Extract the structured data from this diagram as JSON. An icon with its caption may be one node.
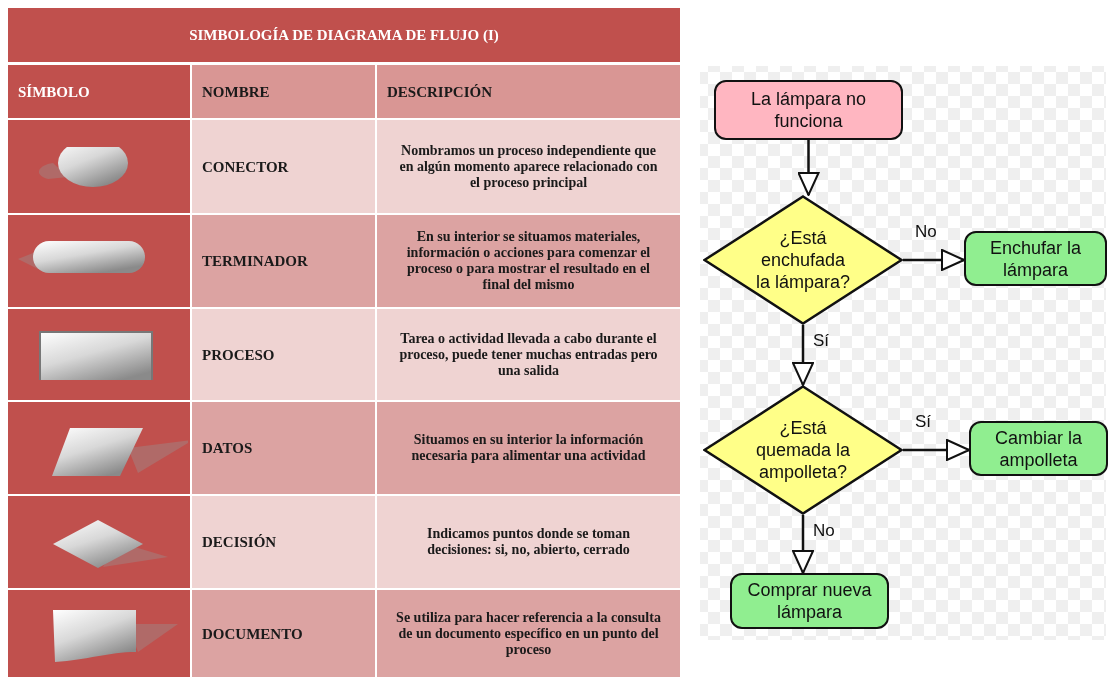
{
  "diagram": {
    "title": "SIMBOLOGÍA DE DIAGRAMA DE FLUJO (I)",
    "nodes": [
      {
        "text": [
          "La lámpara no funciona"
        ]
      },
      {
        "text": [
          "¿Está enchufada la lámpara?"
        ]
      },
      {
        "text": [
          "Enchufar la lámpara"
        ]
      },
      {
        "text": [
          "¿Está quemada la ampolleta?"
        ]
      },
      {
        "text": [
          "Cambiar la ampolleta"
        ]
      },
      {
        "text": [
          "Comprar nueva lámpara"
        ]
      }
    ],
    "edges": [
      {
        "from": 0,
        "to": 1,
        "arrow": "to"
      },
      {
        "from": 1,
        "to": 2,
        "arrow": "to",
        "label": "No"
      },
      {
        "from": 1,
        "to": 3,
        "arrow": "to",
        "label": "Sí"
      },
      {
        "from": 3,
        "to": 4,
        "arrow": "to",
        "label": "Sí"
      },
      {
        "from": 3,
        "to": 5,
        "arrow": "to",
        "label": "No"
      }
    ],
    "labels": [
      "SÍMBOLO",
      "NOMBRE",
      "DESCRIPCIÓN",
      "CONECTOR",
      "Nombramos un proceso independiente que en algún momento aparece relacionado con el proceso principal",
      "TERMINADOR",
      "En su interior se situamos materiales, información o acciones para comenzar el proceso o para mostrar el resultado en el final del mismo",
      "PROCESO",
      "Tarea o actividad llevada a cabo durante el proceso, puede tener muchas entradas pero una salida",
      "DATOS",
      "Situamos en su interior la información necesaria para alimentar una actividad",
      "DECISIÓN",
      "Indicamos puntos donde se toman decisiones: si, no, abierto, cerrado",
      "DOCUMENTO",
      "Se utiliza para hacer referencia a la consulta de un documento específico en un punto del proceso"
    ]
  }
}
